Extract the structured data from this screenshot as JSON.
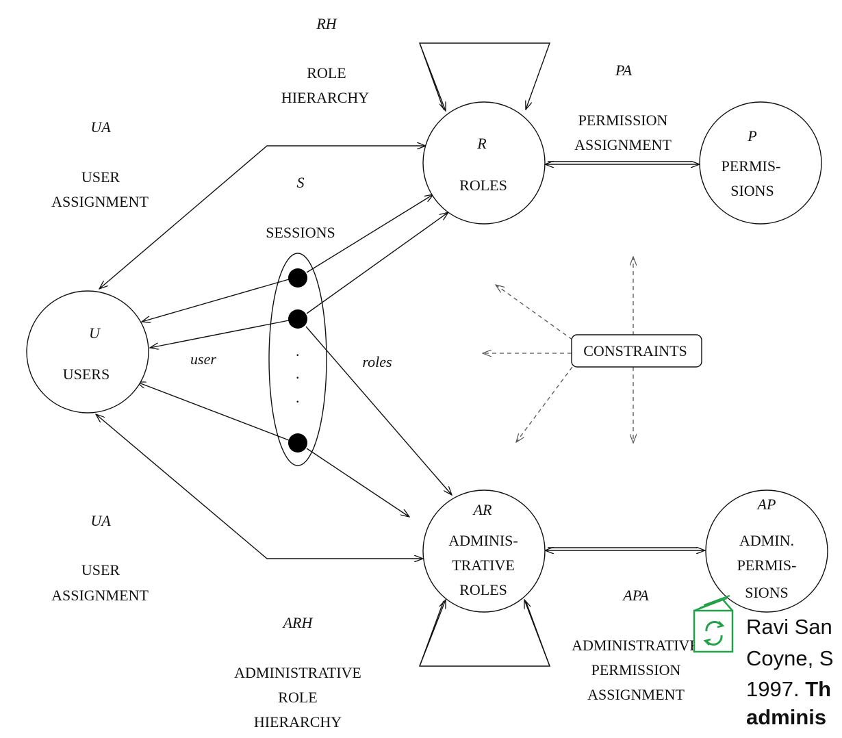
{
  "nodes": {
    "roles": {
      "symbol": "R",
      "name": "ROLES"
    },
    "permissions": {
      "symbol": "P",
      "name_line1": "PERMIS-",
      "name_line2": "SIONS"
    },
    "users": {
      "symbol": "U",
      "name": "USERS"
    },
    "admin_roles": {
      "symbol": "AR",
      "line1": "ADMINIS-",
      "line2": "TRATIVE",
      "line3": "ROLES"
    },
    "admin_permissions": {
      "symbol": "AP",
      "line1": "ADMIN.",
      "line2": "PERMIS-",
      "line3": "SIONS"
    },
    "constraints": "CONSTRAINTS"
  },
  "labels": {
    "rh": {
      "symbol": "RH",
      "line1": "ROLE",
      "line2": "HIERARCHY"
    },
    "pa": {
      "symbol": "PA",
      "line1": "PERMISSION",
      "line2": "ASSIGNMENT"
    },
    "ua_top": {
      "symbol": "UA",
      "line1": "USER",
      "line2": "ASSIGNMENT"
    },
    "sessions": {
      "symbol": "S",
      "name": "SESSIONS"
    },
    "user_edge": "user",
    "roles_edge": "roles",
    "ua_bottom": {
      "symbol": "UA",
      "line1": "USER",
      "line2": "ASSIGNMENT"
    },
    "arh": {
      "symbol": "ARH",
      "line1": "ADMINISTRATIVE",
      "line2": "ROLE",
      "line3": "HIERARCHY"
    },
    "apa": {
      "symbol": "APA",
      "line1": "ADMINISTRATIVE",
      "line2": "PERMISSION",
      "line3": "ASSIGNMENT"
    }
  },
  "citation": {
    "line1": "Ravi San",
    "line2": "Coyne, S",
    "line3_plain": "1997. ",
    "line3_bold": "Th",
    "line4_bold": "adminis"
  },
  "session_dots": [
    ".",
    ".",
    "."
  ],
  "colors": {
    "ink": "#111111",
    "dashed": "#555555",
    "citation_icon": "#22a04a"
  }
}
